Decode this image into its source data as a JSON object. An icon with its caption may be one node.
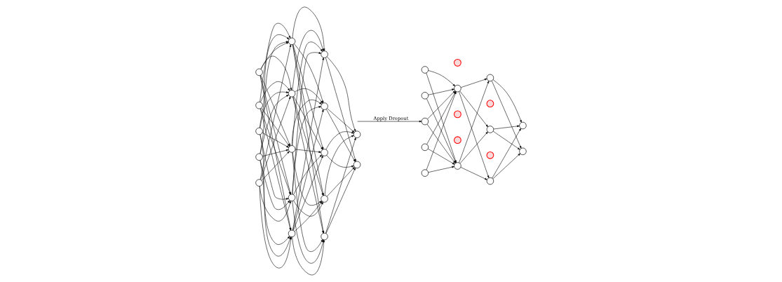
{
  "diagram": {
    "nodes": [
      {
        "text": [],
        "shape": "circle"
      },
      {
        "text": [],
        "shape": "circle"
      },
      {
        "text": [],
        "shape": "circle"
      },
      {
        "text": [],
        "shape": "circle"
      },
      {
        "text": [],
        "shape": "circle"
      },
      {
        "text": [],
        "shape": "circle"
      },
      {
        "text": [],
        "shape": "circle"
      },
      {
        "text": [],
        "shape": "circle"
      },
      {
        "text": [],
        "shape": "circle"
      },
      {
        "text": [],
        "shape": "circle"
      },
      {
        "text": [],
        "shape": "circle"
      },
      {
        "text": [],
        "shape": "circle"
      },
      {
        "text": [],
        "shape": "circle"
      },
      {
        "text": [],
        "shape": "circle"
      },
      {
        "text": [],
        "shape": "circle"
      },
      {
        "text": [],
        "shape": "circle"
      },
      {
        "text": [],
        "shape": "circle"
      },
      {
        "text": [],
        "shape": "circle"
      },
      {
        "text": [],
        "shape": "circle"
      },
      {
        "text": [],
        "shape": "circle"
      },
      {
        "text": [],
        "shape": "circle"
      },
      {
        "text": [],
        "shape": "circle"
      },
      {
        "text": [],
        "shape": "cross"
      },
      {
        "text": [],
        "shape": "circle"
      },
      {
        "text": [],
        "shape": "cross"
      },
      {
        "text": [],
        "shape": "cross"
      },
      {
        "text": [],
        "shape": "circle"
      },
      {
        "text": [],
        "shape": "circle"
      },
      {
        "text": [],
        "shape": "cross"
      },
      {
        "text": [],
        "shape": "circle"
      },
      {
        "text": [],
        "shape": "cross"
      },
      {
        "text": [],
        "shape": "circle"
      },
      {
        "text": [],
        "shape": "circle"
      },
      {
        "text": [],
        "shape": "circle"
      }
    ],
    "edges": [
      {
        "from": 0,
        "to": 5,
        "arrow": "to"
      },
      {
        "from": 0,
        "to": 6,
        "arrow": "to"
      },
      {
        "from": 0,
        "to": 7,
        "arrow": "to"
      },
      {
        "from": 0,
        "to": 8,
        "arrow": "to"
      },
      {
        "from": 0,
        "to": 9,
        "arrow": "to"
      },
      {
        "from": 1,
        "to": 5,
        "arrow": "to"
      },
      {
        "from": 1,
        "to": 6,
        "arrow": "to"
      },
      {
        "from": 1,
        "to": 7,
        "arrow": "to"
      },
      {
        "from": 1,
        "to": 8,
        "arrow": "to"
      },
      {
        "from": 1,
        "to": 9,
        "arrow": "to"
      },
      {
        "from": 2,
        "to": 5,
        "arrow": "to"
      },
      {
        "from": 2,
        "to": 6,
        "arrow": "to"
      },
      {
        "from": 2,
        "to": 7,
        "arrow": "to"
      },
      {
        "from": 2,
        "to": 8,
        "arrow": "to"
      },
      {
        "from": 2,
        "to": 9,
        "arrow": "to"
      },
      {
        "from": 3,
        "to": 5,
        "arrow": "to"
      },
      {
        "from": 3,
        "to": 6,
        "arrow": "to"
      },
      {
        "from": 3,
        "to": 7,
        "arrow": "to"
      },
      {
        "from": 3,
        "to": 8,
        "arrow": "to"
      },
      {
        "from": 3,
        "to": 9,
        "arrow": "to"
      },
      {
        "from": 4,
        "to": 5,
        "arrow": "to"
      },
      {
        "from": 4,
        "to": 6,
        "arrow": "to"
      },
      {
        "from": 4,
        "to": 7,
        "arrow": "to"
      },
      {
        "from": 4,
        "to": 8,
        "arrow": "to"
      },
      {
        "from": 4,
        "to": 9,
        "arrow": "to"
      },
      {
        "from": 5,
        "to": 10,
        "arrow": "to"
      },
      {
        "from": 5,
        "to": 11,
        "arrow": "to"
      },
      {
        "from": 5,
        "to": 12,
        "arrow": "to"
      },
      {
        "from": 5,
        "to": 13,
        "arrow": "to"
      },
      {
        "from": 5,
        "to": 14,
        "arrow": "to"
      },
      {
        "from": 6,
        "to": 10,
        "arrow": "to"
      },
      {
        "from": 6,
        "to": 11,
        "arrow": "to"
      },
      {
        "from": 6,
        "to": 12,
        "arrow": "to"
      },
      {
        "from": 6,
        "to": 13,
        "arrow": "to"
      },
      {
        "from": 6,
        "to": 14,
        "arrow": "to"
      },
      {
        "from": 7,
        "to": 10,
        "arrow": "to"
      },
      {
        "from": 7,
        "to": 11,
        "arrow": "to"
      },
      {
        "from": 7,
        "to": 12,
        "arrow": "to"
      },
      {
        "from": 7,
        "to": 13,
        "arrow": "to"
      },
      {
        "from": 7,
        "to": 14,
        "arrow": "to"
      },
      {
        "from": 8,
        "to": 10,
        "arrow": "to"
      },
      {
        "from": 8,
        "to": 11,
        "arrow": "to"
      },
      {
        "from": 8,
        "to": 12,
        "arrow": "to"
      },
      {
        "from": 8,
        "to": 13,
        "arrow": "to"
      },
      {
        "from": 8,
        "to": 14,
        "arrow": "to"
      },
      {
        "from": 9,
        "to": 10,
        "arrow": "to"
      },
      {
        "from": 9,
        "to": 11,
        "arrow": "to"
      },
      {
        "from": 9,
        "to": 12,
        "arrow": "to"
      },
      {
        "from": 9,
        "to": 13,
        "arrow": "to"
      },
      {
        "from": 9,
        "to": 14,
        "arrow": "to"
      },
      {
        "from": 10,
        "to": 15,
        "arrow": "to"
      },
      {
        "from": 10,
        "to": 16,
        "arrow": "to"
      },
      {
        "from": 11,
        "to": 15,
        "arrow": "to"
      },
      {
        "from": 11,
        "to": 16,
        "arrow": "to"
      },
      {
        "from": 12,
        "to": 15,
        "arrow": "to"
      },
      {
        "from": 12,
        "to": 16,
        "arrow": "to"
      },
      {
        "from": 13,
        "to": 15,
        "arrow": "to"
      },
      {
        "from": 13,
        "to": 16,
        "arrow": "to"
      },
      {
        "from": 14,
        "to": 15,
        "arrow": "to"
      },
      {
        "from": 14,
        "to": 16,
        "arrow": "to"
      },
      {
        "from": null,
        "to": 19,
        "label": "Apply Dropout",
        "arrow": "to"
      },
      {
        "from": 17,
        "to": 23,
        "arrow": "to"
      },
      {
        "from": 17,
        "to": 26,
        "arrow": "to"
      },
      {
        "from": 18,
        "to": 23,
        "arrow": "to"
      },
      {
        "from": 18,
        "to": 26,
        "arrow": "to"
      },
      {
        "from": 19,
        "to": 23,
        "arrow": "to"
      },
      {
        "from": 19,
        "to": 26,
        "arrow": "to"
      },
      {
        "from": 20,
        "to": 23,
        "arrow": "to"
      },
      {
        "from": 20,
        "to": 26,
        "arrow": "to"
      },
      {
        "from": 21,
        "to": 23,
        "arrow": "to"
      },
      {
        "from": 21,
        "to": 26,
        "arrow": "to"
      },
      {
        "from": 23,
        "to": 27,
        "arrow": "to"
      },
      {
        "from": 23,
        "to": 29,
        "arrow": "to"
      },
      {
        "from": 23,
        "to": 31,
        "arrow": "to"
      },
      {
        "from": 26,
        "to": 27,
        "arrow": "to"
      },
      {
        "from": 26,
        "to": 29,
        "arrow": "to"
      },
      {
        "from": 26,
        "to": 31,
        "arrow": "to"
      },
      {
        "from": 27,
        "to": 32,
        "arrow": "to"
      },
      {
        "from": 27,
        "to": 33,
        "arrow": "to"
      },
      {
        "from": 29,
        "to": 32,
        "arrow": "to"
      },
      {
        "from": 29,
        "to": 33,
        "arrow": "to"
      },
      {
        "from": 31,
        "to": 32,
        "arrow": "to"
      },
      {
        "from": 31,
        "to": 33,
        "arrow": "to"
      }
    ]
  }
}
